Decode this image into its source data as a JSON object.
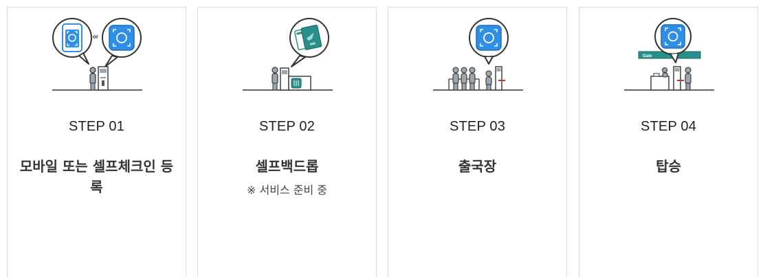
{
  "steps": [
    {
      "label": "STEP 01",
      "title": "모바일 또는 셀프체크인 등록",
      "note": "",
      "illustration": "mobile-or-kiosk-face-registration",
      "or_text": "or"
    },
    {
      "label": "STEP 02",
      "title": "셀프백드롭",
      "note": "※ 서비스 준비 중",
      "illustration": "self-bag-drop-passport"
    },
    {
      "label": "STEP 03",
      "title": "출국장",
      "note": "",
      "illustration": "departure-face-recognition"
    },
    {
      "label": "STEP 04",
      "title": "탑승",
      "note": "",
      "illustration": "boarding-gate-face-recognition",
      "gate_text": "Gate"
    }
  ],
  "colors": {
    "accent_blue": "#2f8fe6",
    "teal": "#2a8f8a",
    "outline": "#3a3a3a",
    "person": "#9aa6b0"
  }
}
